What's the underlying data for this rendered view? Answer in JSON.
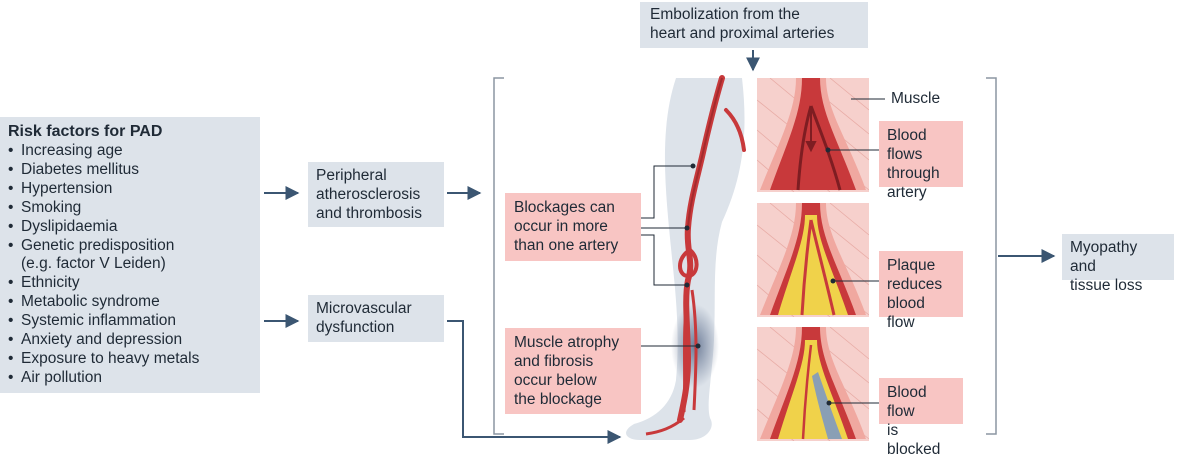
{
  "risk_factors": {
    "title": "Risk factors for PAD",
    "items": [
      "Increasing age",
      "Diabetes mellitus",
      "Hypertension",
      "Smoking",
      "Dyslipidaemia",
      "Genetic predisposition\n(e.g. factor V Leiden)",
      "Ethnicity",
      "Metabolic syndrome",
      "Systemic inflammation",
      "Anxiety and depression",
      "Exposure to heavy metals",
      "Air pollution"
    ]
  },
  "mechanisms": {
    "peripheral": "Peripheral\natherosclerosis\nand thrombosis",
    "microvascular": "Microvascular\ndysfunction",
    "embolization": "Embolization from the\nheart and proximal arteries"
  },
  "leg_labels": {
    "blockages": "Blockages can\noccur in more\nthan one artery",
    "atrophy": "Muscle atrophy\nand fibrosis\noccur below\nthe blockage"
  },
  "artery_labels": {
    "muscle": "Muscle",
    "flows": "Blood flows\nthrough\nartery",
    "plaque": "Plaque\nreduces\nblood flow",
    "blocked": "Blood flow\nis blocked"
  },
  "outcome": "Myopathy and\ntissue loss",
  "colors": {
    "label_grey": "#dde3ea",
    "label_pink": "#f8c5c3",
    "arrow": "#3b5672",
    "artery": "#c8393b",
    "plaque": "#f0d24a",
    "thrombus": "#8a9fb5"
  }
}
